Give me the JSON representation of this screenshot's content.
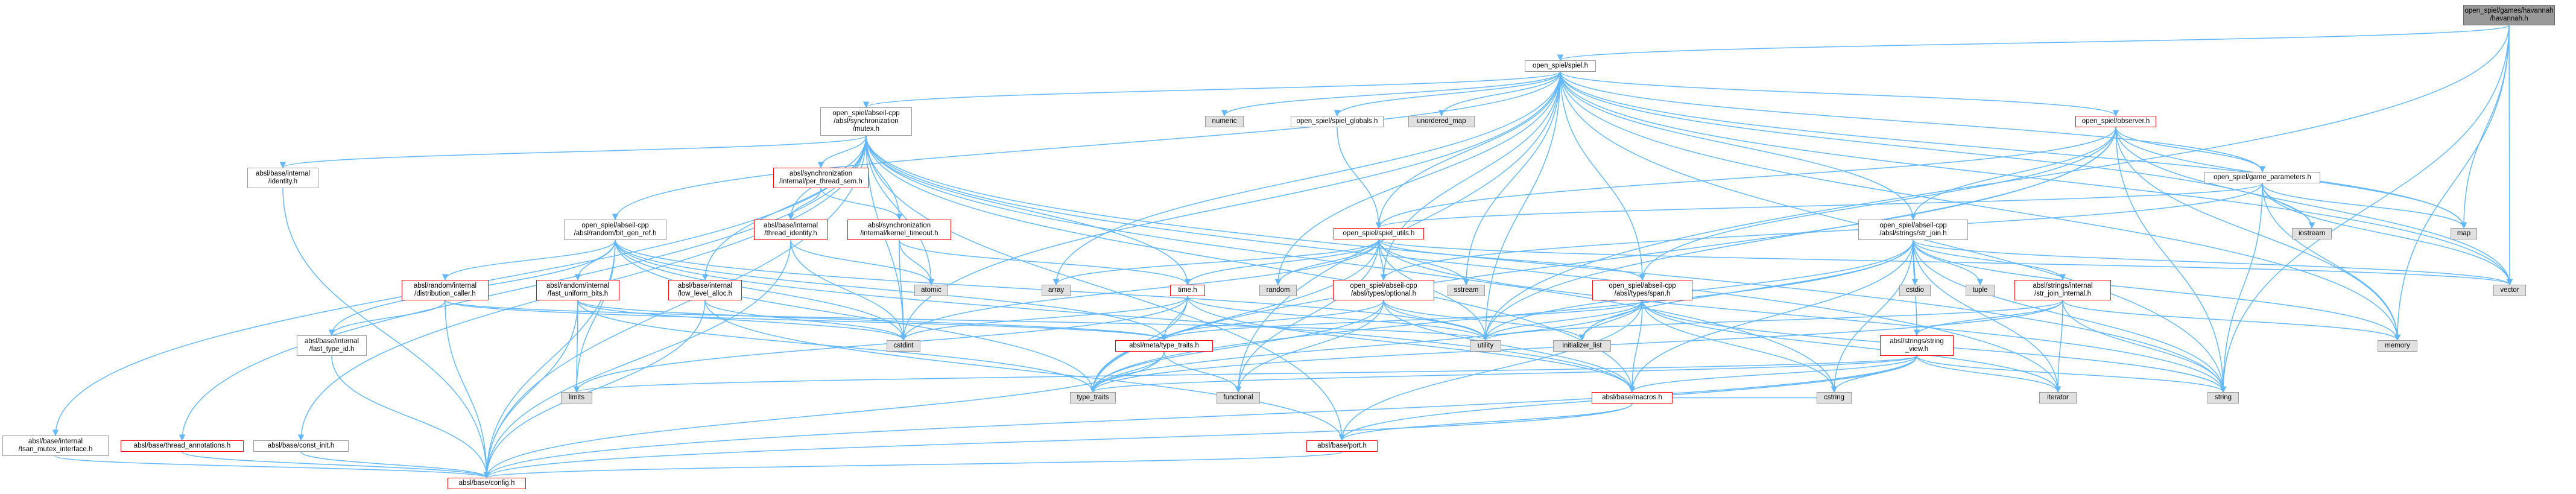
{
  "colors": {
    "edge": "#63b8ff",
    "node_border": "#999999",
    "missing_border": "#ff0000",
    "system_fill": "#e0e0e0",
    "root_fill": "#999999"
  },
  "nodes": {
    "root": "open_spiel/games/havannah\n/havannah.h",
    "spiel": "open_spiel/spiel.h",
    "mutex": "open_spiel/abseil-cpp\n/absl/synchronization\n/mutex.h",
    "numeric": "numeric",
    "globals": "open_spiel/spiel_globals.h",
    "unordered_map": "unordered_map",
    "observer": "open_spiel/observer.h",
    "identity": "absl/base/internal\n/identity.h",
    "per_thread_sem": "absl/synchronization\n/internal/per_thread_sem.h",
    "game_params": "open_spiel/game_parameters.h",
    "bit_gen_ref": "open_spiel/abseil-cpp\n/absl/random/bit_gen_ref.h",
    "thread_identity": "absl/base/internal\n/thread_identity.h",
    "kernel_timeout": "absl/synchronization\n/internal/kernel_timeout.h",
    "spiel_utils": "open_spiel/spiel_utils.h",
    "str_join": "open_spiel/abseil-cpp\n/absl/strings/str_join.h",
    "atomic": "atomic",
    "distribution_caller": "absl/random/internal\n/distribution_caller.h",
    "fast_uniform_bits": "absl/random/internal\n/fast_uniform_bits.h",
    "low_level_alloc": "absl/base/internal\n/low_level_alloc.h",
    "array": "array",
    "time": "time.h",
    "random": "random",
    "sstream": "sstream",
    "optional": "open_spiel/abseil-cpp\n/absl/types/optional.h",
    "span": "open_spiel/abseil-cpp\n/absl/types/span.h",
    "cstdio": "cstdio",
    "tuple": "tuple",
    "str_join_internal": "absl/strings/internal\n/str_join_internal.h",
    "iostream": "iostream",
    "map": "map",
    "vector": "vector",
    "fast_type_id": "absl/base/internal\n/fast_type_id.h",
    "cstdint": "cstdint",
    "type_traits_meta": "absl/meta/type_traits.h",
    "utility": "utility",
    "initializer_list": "initializer_list",
    "string_view": "absl/strings/string\n_view.h",
    "memory": "memory",
    "limits": "limits",
    "functional": "functional",
    "type_traits": "type_traits",
    "macros": "absl/base/macros.h",
    "cstring": "cstring",
    "iterator": "iterator",
    "string": "string",
    "tsan": "absl/base/internal\n/tsan_mutex_interface.h",
    "thread_annotations": "absl/base/thread_annotations.h",
    "const_init": "absl/base/const_init.h",
    "port": "absl/base/port.h",
    "config": "absl/base/config.h"
  }
}
